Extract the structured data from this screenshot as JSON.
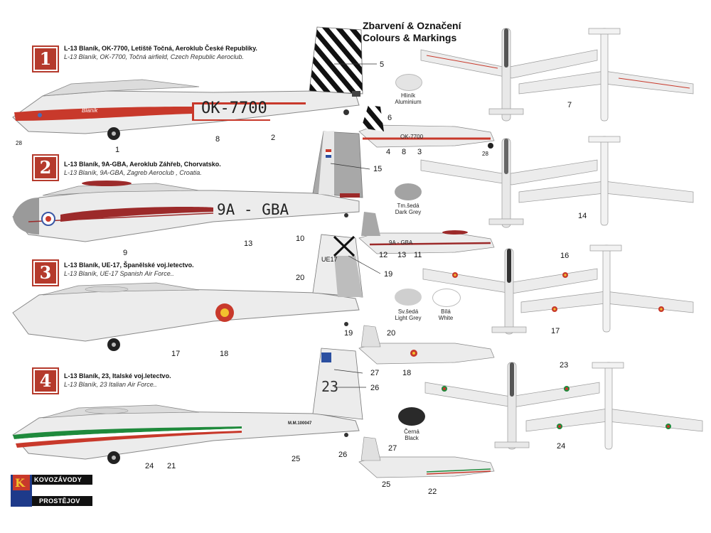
{
  "heading": {
    "line1": "Zbarvení & Označení",
    "line2": "Colours & Markings"
  },
  "schemes": [
    {
      "badge": "1",
      "title_cz": "L-13 Blaník, OK-7700, Letiště Točná, Aeroklub České Republiky.",
      "title_en": "L-13 Blaník, OK-7700, Točná airfield, Czech Republic Aeroclub.",
      "registration": "OK-7700",
      "small_registration": "OK-7700",
      "nose_script": "Blaník",
      "stripe_color": "#c8392b"
    },
    {
      "badge": "2",
      "title_cz": "L-13 Blaník, 9A-GBA, Aeroklub Záhřeb, Chorvatsko.",
      "title_en": "L-13 Blaník, 9A-GBA, Zagreb Aeroclub , Croatia.",
      "registration": "9A - GBA",
      "small_registration": "9A - GBA",
      "stripe_color": "#9c2a2a"
    },
    {
      "badge": "3",
      "title_cz": "L-13 Blaník, UE-17, Španělské voj.letectvo.",
      "title_en": "L-13 Blaník, UE-17 Spanish Air Force..",
      "tail_code": "UE17"
    },
    {
      "badge": "4",
      "title_cz": "L-13 Blaník, 23, Italské voj.letectvo.",
      "title_en": "L-13 Blaník, 23 Italian Air Force..",
      "tail_code": "23",
      "serial": "M.M.100047"
    }
  ],
  "swatches": [
    {
      "cz": "Hliník",
      "en": "Aluminium",
      "color": "#e4e4e4"
    },
    {
      "cz": "Tm.šedá",
      "en": "Dark Grey",
      "color": "#a3a3a3"
    },
    {
      "cz": "Sv.šedá",
      "en": "Light Grey",
      "color": "#cfcfcf"
    },
    {
      "cz": "Bílá",
      "en": "White",
      "color": "#ffffff"
    },
    {
      "cz": "Černá",
      "en": "Black",
      "color": "#2a2a2a"
    }
  ],
  "callouts": {
    "s1": [
      "28",
      "1",
      "8",
      "2",
      "5",
      "6",
      "4",
      "8",
      "3",
      "28",
      "7"
    ],
    "s2": [
      "9",
      "13",
      "10",
      "15",
      "12",
      "13",
      "11",
      "14"
    ],
    "s3": [
      "20",
      "19",
      "17",
      "18",
      "19",
      "20",
      "18",
      "16",
      "17"
    ],
    "s4": [
      "27",
      "26",
      "24",
      "21",
      "25",
      "26",
      "27",
      "25",
      "22",
      "23",
      "24"
    ]
  },
  "logo": {
    "top": "KOVOZÁVODY",
    "bottom": "PROSTĚJOV",
    "letter": "K"
  }
}
